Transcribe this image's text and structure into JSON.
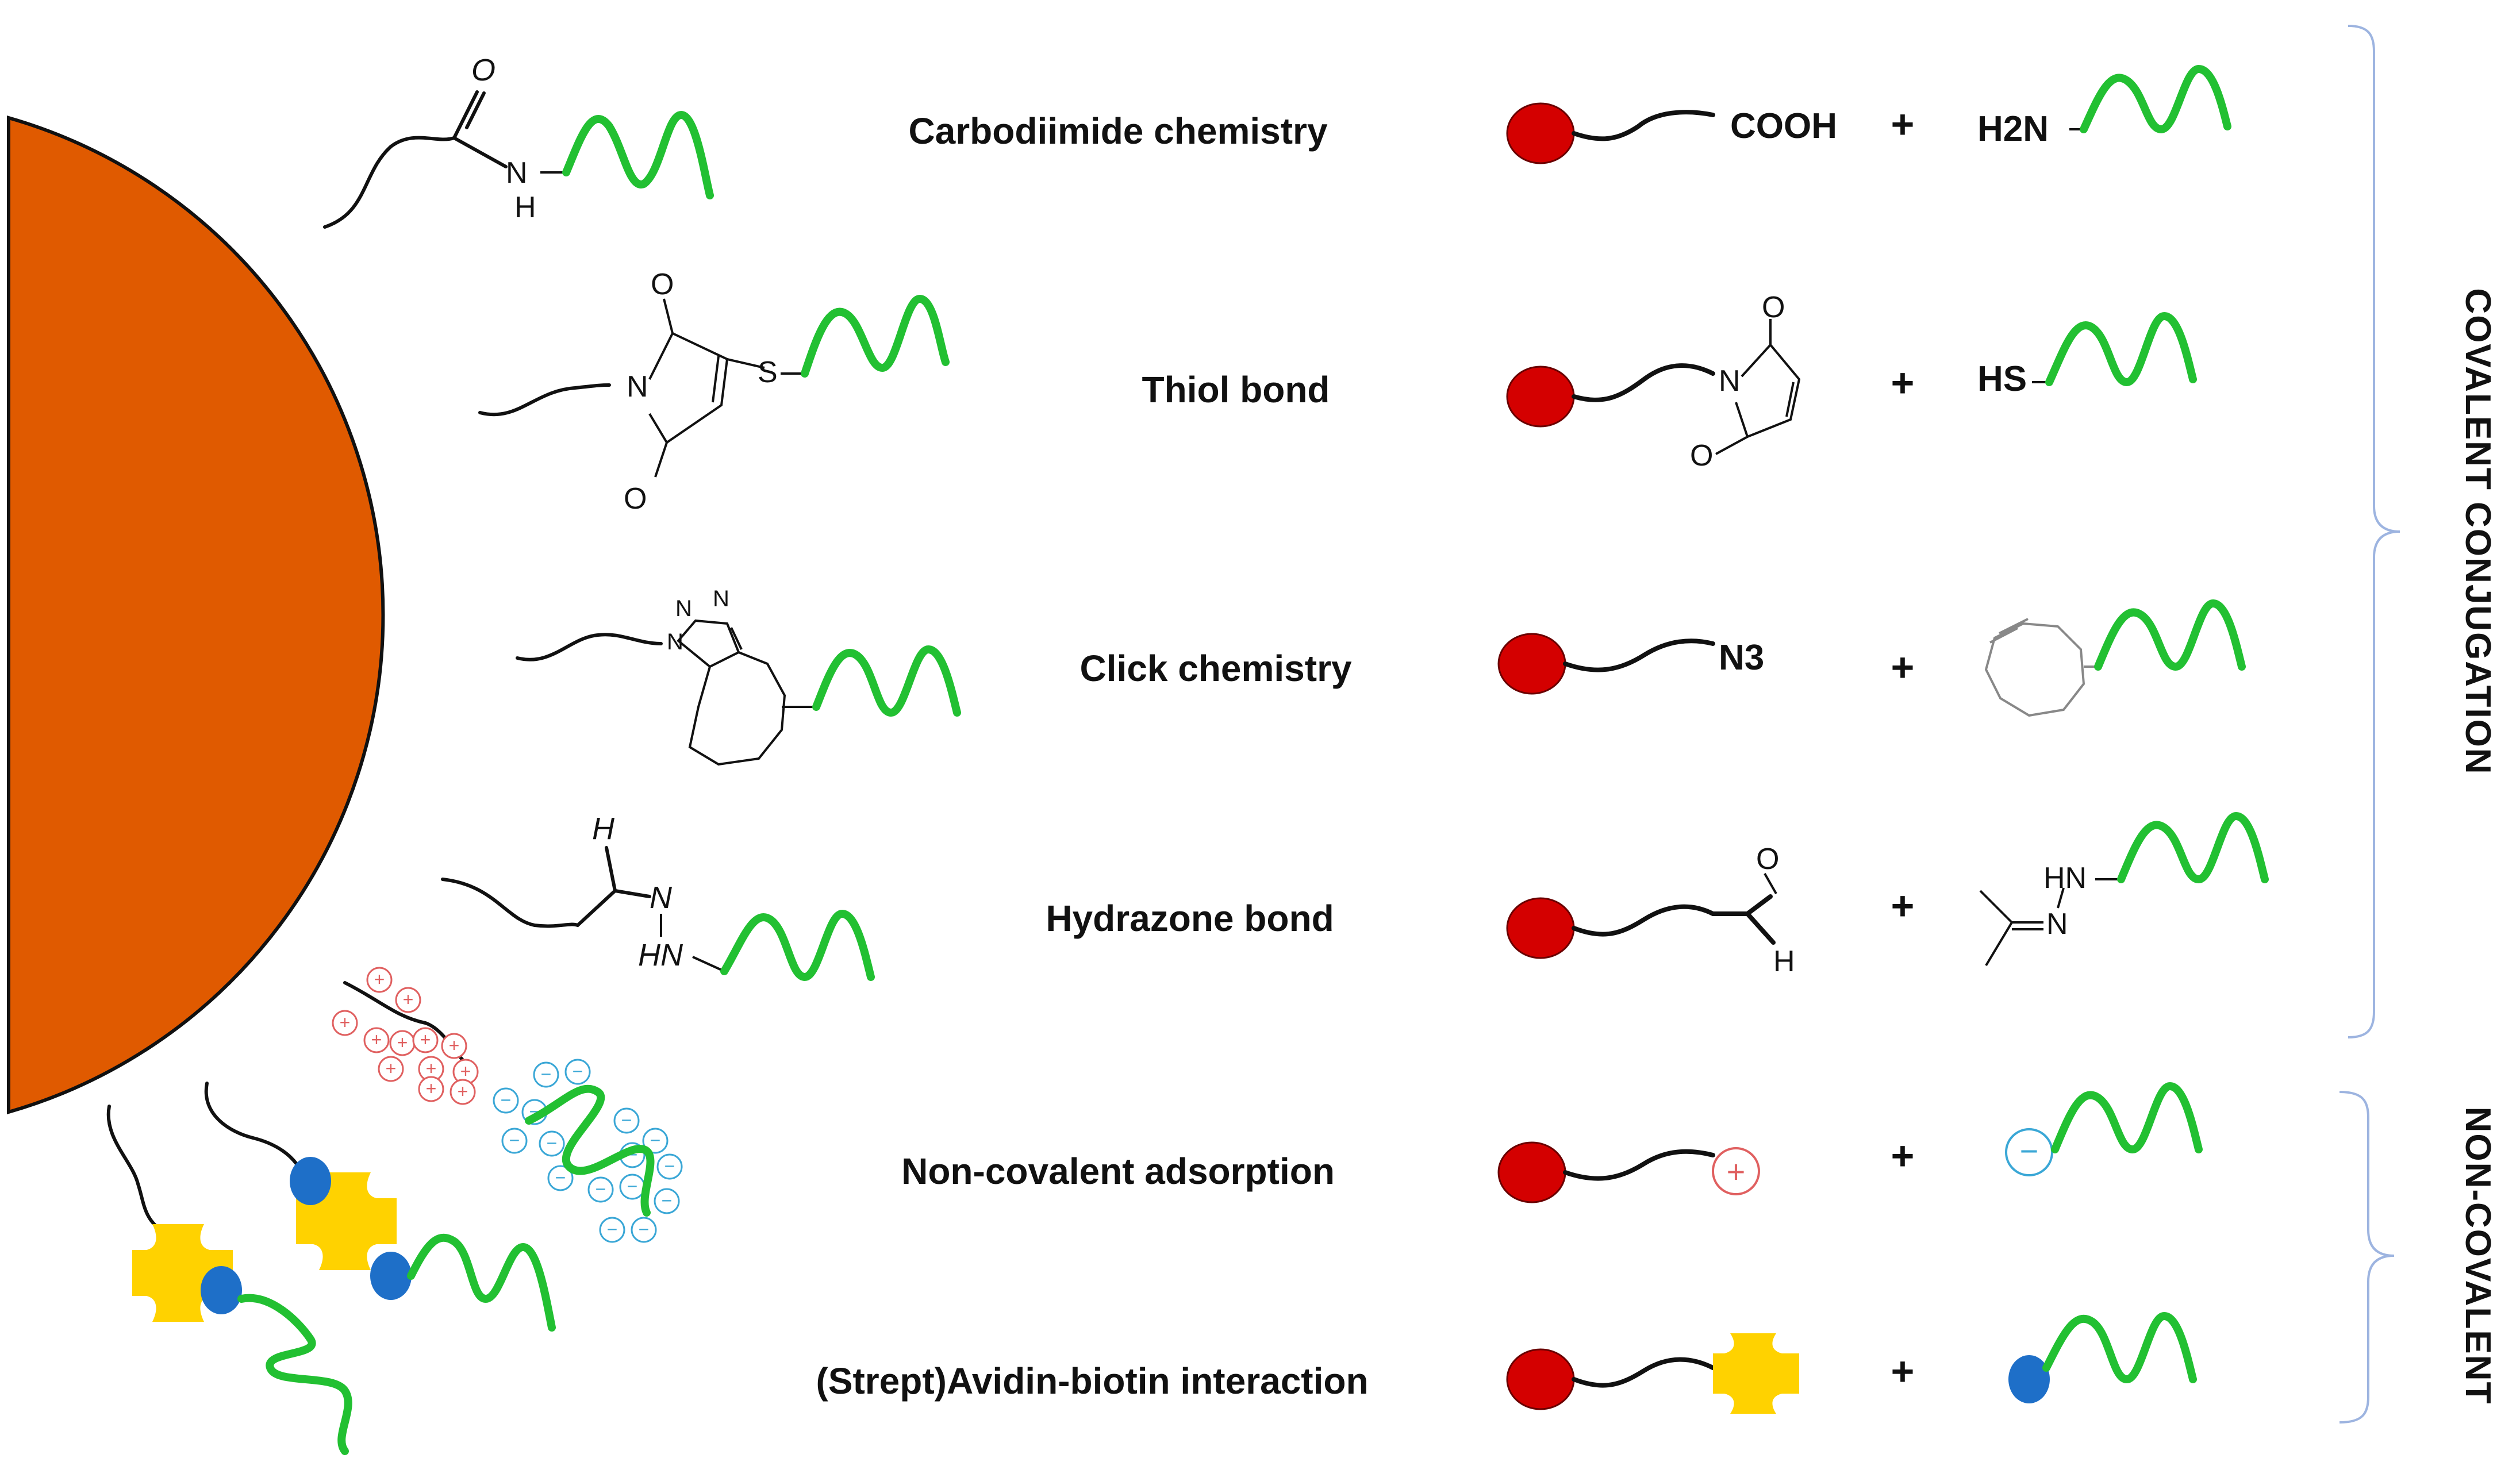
{
  "methods": [
    "Carbodiimide chemistry",
    "Thiol bond",
    "Click chemistry",
    "Hydrazone bond",
    "Non-covalent adsorption",
    "(Strept)Avidin-biotin interaction"
  ],
  "reagents": {
    "cooh": "COOH",
    "h2n": "H2N",
    "hs": "HS",
    "n3": "N3",
    "hn": "HN",
    "n": "N"
  },
  "surface_atoms": {
    "amide_o": "O",
    "amide_n": "N",
    "amide_h": "H",
    "maleimide_n": "N",
    "maleimide_o": "O",
    "thio_s": "S",
    "triazole_n": "N",
    "hydrazone_h": "H",
    "hydrazone_n": "N",
    "hydrazone_hn": "HN",
    "aldehyde_o": "O",
    "aldehyde_h": "H",
    "plus_sign": "+",
    "minus_sign": "−"
  },
  "plus_symbol": "+",
  "groups": {
    "covalent": "COVALENT CONJUGATION",
    "noncovalent": "NON-COVALENT"
  },
  "colors": {
    "particle": "#E05A00",
    "ligand_sphere": "#D40000",
    "oligo": "#22C032",
    "avidin": "#FFD200",
    "biotin": "#1E6FC8",
    "positive_charge": "#E06060",
    "negative_charge": "#3AA7D6",
    "bracket": "#9DB4E0"
  }
}
